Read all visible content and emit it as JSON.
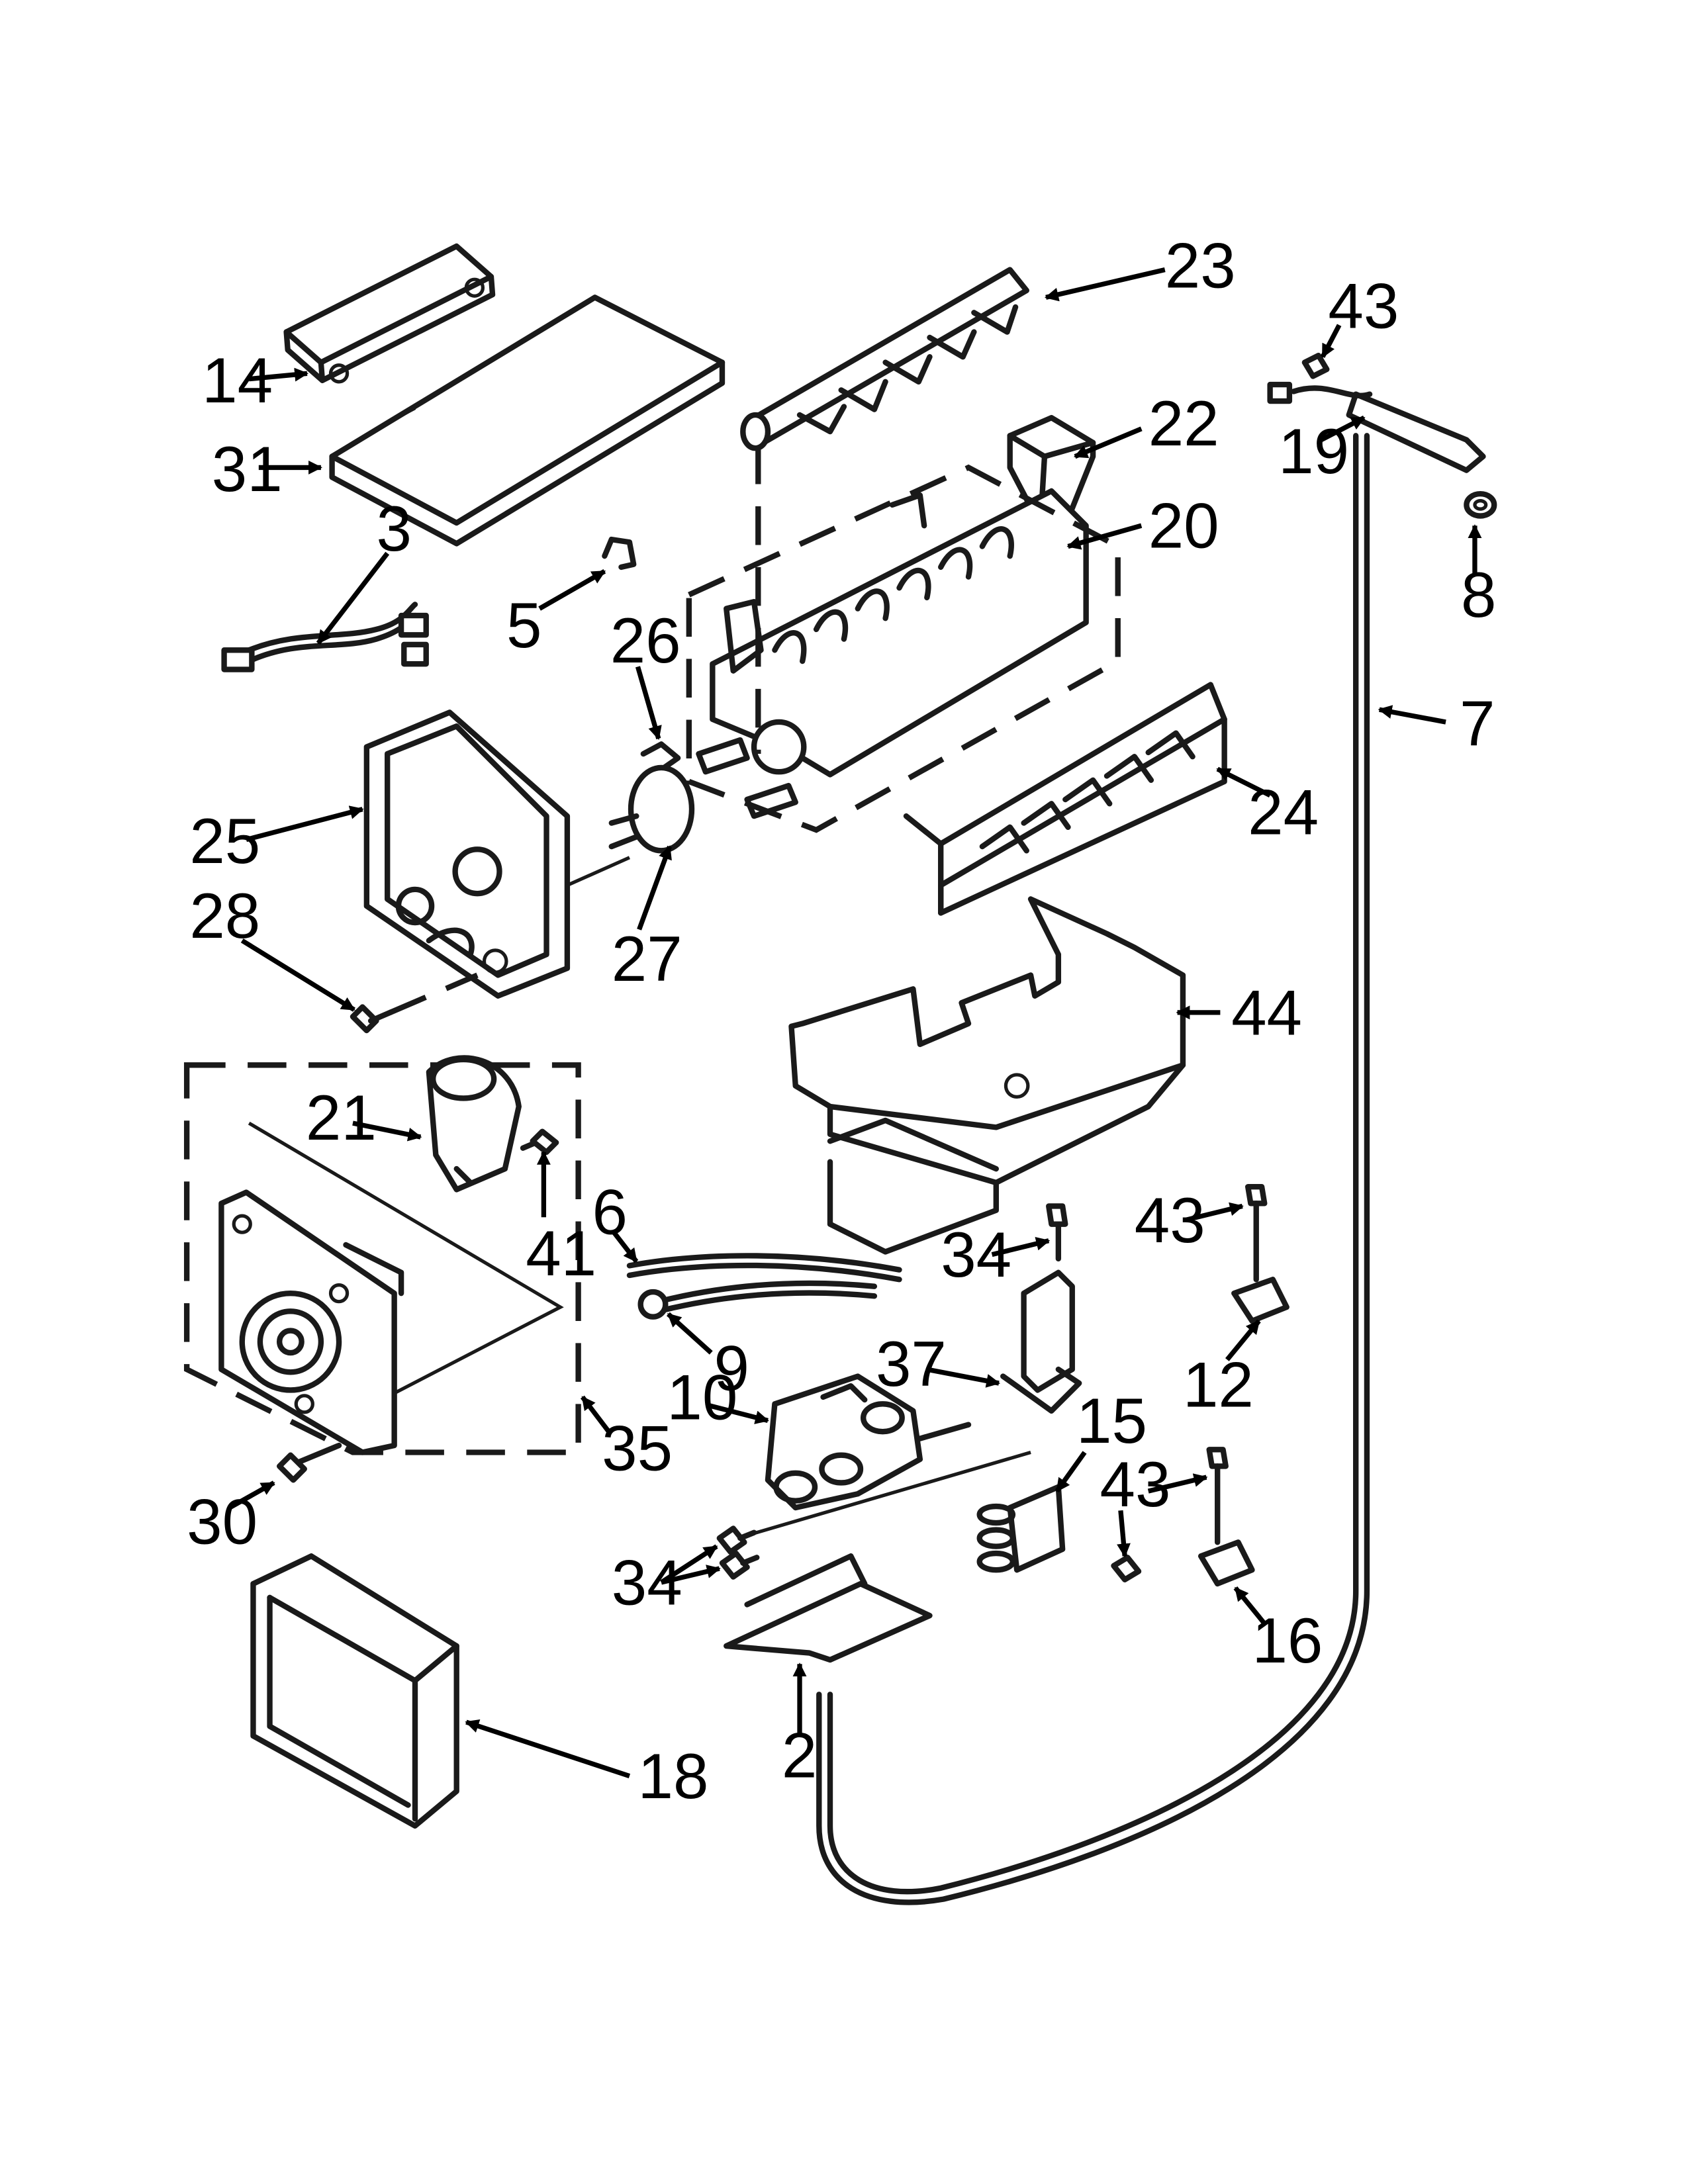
{
  "callouts": {
    "c2": "2",
    "c3": "3",
    "c5": "5",
    "c6": "6",
    "c7": "7",
    "c8": "8",
    "c9": "9",
    "c10": "10",
    "c12": "12",
    "c14": "14",
    "c15": "15",
    "c16": "16",
    "c18": "18",
    "c19": "19",
    "c20": "20",
    "c21": "21",
    "c22": "22",
    "c23": "23",
    "c24": "24",
    "c25": "25",
    "c26": "26",
    "c27": "27",
    "c28": "28",
    "c30": "30",
    "c31": "31",
    "c34a": "34",
    "c34b": "34",
    "c35": "35",
    "c37": "37",
    "c41": "41",
    "c43a": "43",
    "c43b": "43",
    "c43c": "43",
    "c44": "44"
  }
}
